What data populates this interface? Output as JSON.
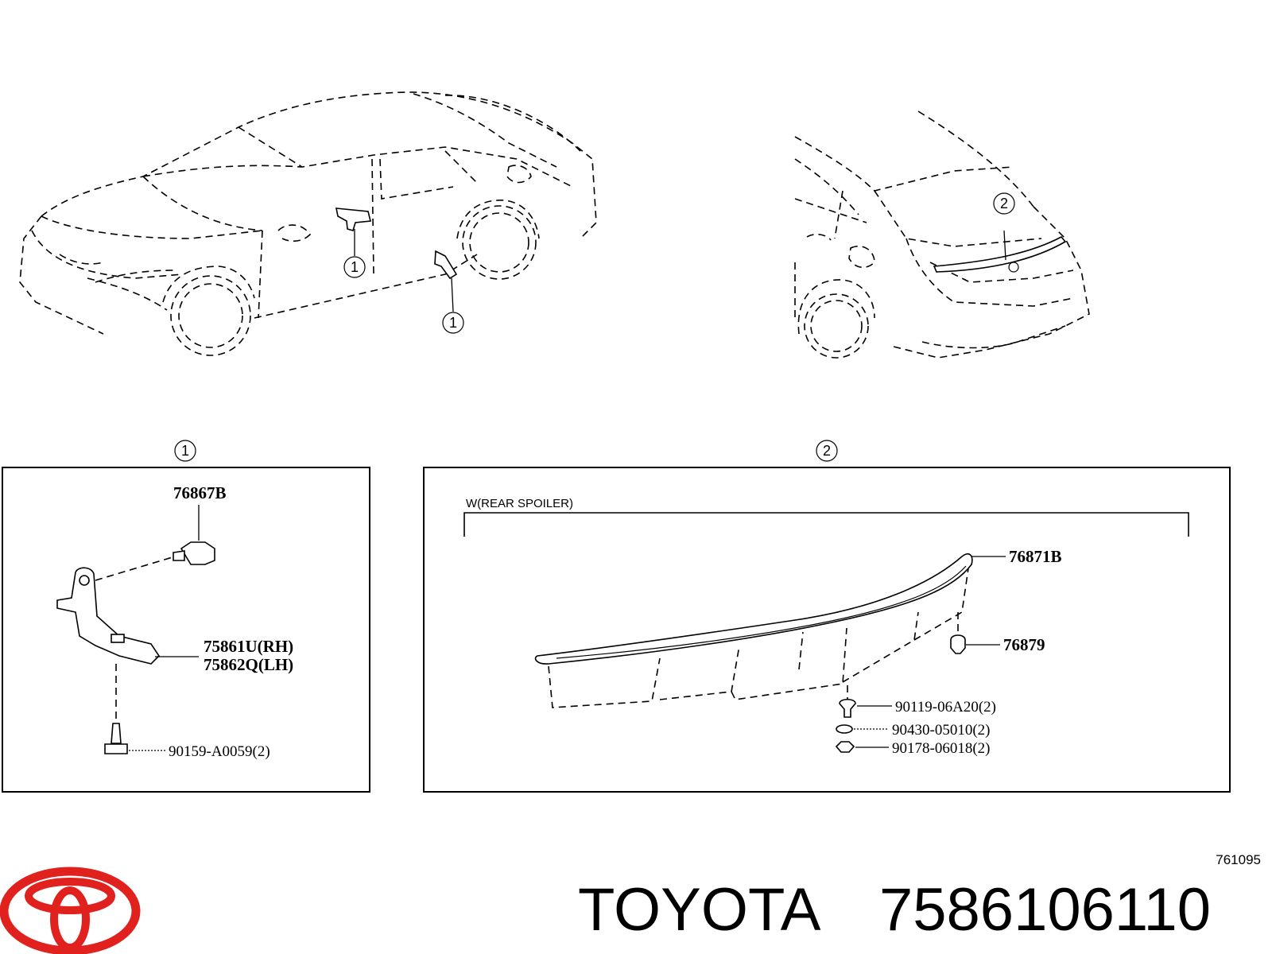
{
  "callouts": {
    "one": "1",
    "two": "2"
  },
  "panel1": {
    "part_clip": "76867B",
    "part_bracket_rh": "75861U(RH)",
    "part_bracket_lh": "75862Q(LH)",
    "part_screw": "90159-A0059(2)"
  },
  "panel2": {
    "variant_note": "W(REAR SPOILER)",
    "part_spoiler": "76871B",
    "part_clip": "76879",
    "part_screw": "90119-06A20(2)",
    "part_washer": "90430-05010(2)",
    "part_nut": "90178-06018(2)"
  },
  "footer": {
    "diagram_ref": "761095",
    "brand": "TOYOTA",
    "part_number": "7586106110",
    "logo_color": "#e0211d"
  }
}
